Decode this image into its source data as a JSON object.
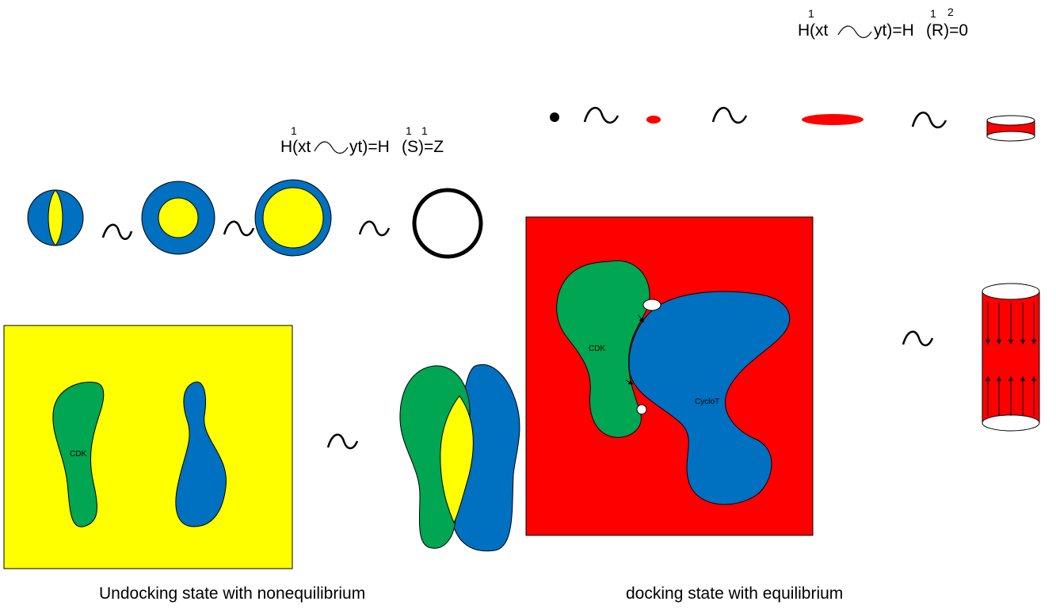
{
  "formula_top": {
    "h1": "H",
    "sup1": "1",
    "part1": "(xt",
    "part2": "yt)=H",
    "sup2": "1",
    "part3": "(R)=0",
    "sup3": "2"
  },
  "formula_mid": {
    "h1": "H",
    "sup1": "1",
    "part1": "(xt",
    "part2": "yt)=H",
    "sup2": "1",
    "part3": "(S)=Z",
    "sup3": "1"
  },
  "labels": {
    "cdk_left": "CDK",
    "cdk_right": "CDK",
    "cyclot": "CycloT"
  },
  "captions": {
    "left": "Undocking state with nonequilibrium",
    "right": "docking state with equilibrium"
  },
  "colors": {
    "yellow": "#ffff00",
    "blue": "#0070c0",
    "green": "#00a651",
    "red": "#ff0000",
    "black": "#000000"
  },
  "icons": [
    "tilde-icon",
    "sphere-icon",
    "torus-icon",
    "circle-icon",
    "cylinder-icon",
    "disk-icon"
  ]
}
